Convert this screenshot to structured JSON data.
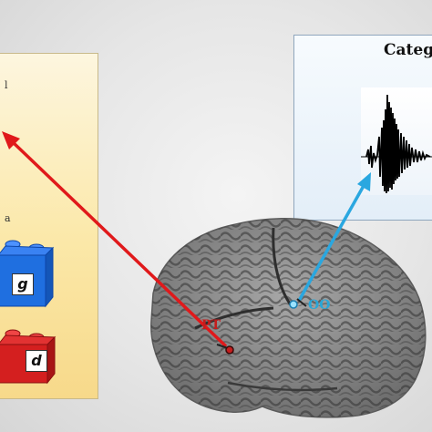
{
  "right_panel": {
    "title": "Categ"
  },
  "left_panel": {
    "text_fragments": [
      "l",
      "a"
    ]
  },
  "blocks": [
    {
      "letter": "g",
      "color": "#1f6fe0"
    },
    {
      "letter": "d",
      "color": "#d41f1f"
    }
  ],
  "brain_labels": {
    "pt": "PT",
    "oo": "OO"
  },
  "colors": {
    "pt_arrow": "#e0191b",
    "oo_arrow": "#2aa7e0",
    "left_panel": "#fbe8a8",
    "right_panel": "#e3eef8"
  }
}
